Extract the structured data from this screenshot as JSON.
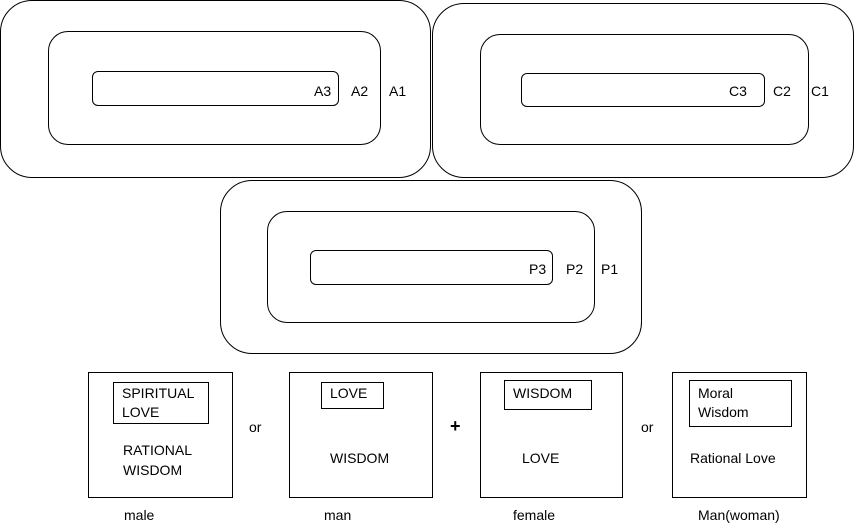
{
  "groups": {
    "a": {
      "outer": "A1",
      "middle": "A2",
      "inner": "A3"
    },
    "c": {
      "outer": "C1",
      "middle": "C2",
      "inner": "C3"
    },
    "p": {
      "outer": "P1",
      "middle": "P2",
      "inner": "P3"
    }
  },
  "cards": [
    {
      "inner": "SPIRITUAL\nLOVE",
      "text": "RATIONAL\nWISDOM",
      "caption": "male"
    },
    {
      "inner": "LOVE",
      "text": "WISDOM",
      "caption": "man"
    },
    {
      "inner": "WISDOM",
      "text": "LOVE",
      "caption": "female"
    },
    {
      "inner": "Moral\nWisdom",
      "text": "Rational Love",
      "caption": "Man(woman)"
    }
  ],
  "connectors": {
    "or_left": "or",
    "plus": "+",
    "or_right": "or"
  }
}
